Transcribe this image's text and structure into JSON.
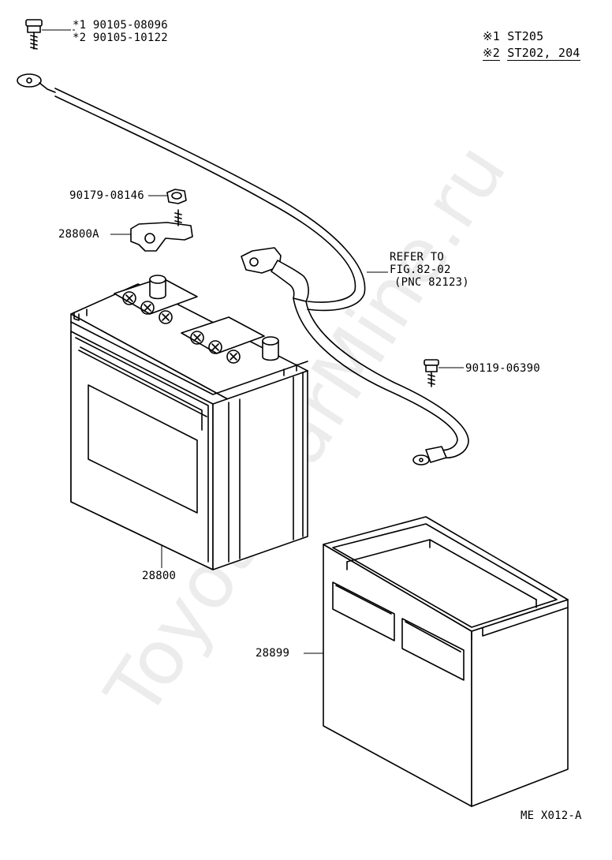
{
  "legend": {
    "line1_mark": "※1",
    "line1_model": "ST205",
    "line2_mark": "※2",
    "line2_model": "ST202, 204"
  },
  "bolt_callout": {
    "line1_mark": "*1",
    "line1_part": "90105-08096",
    "line2_mark": "*2",
    "line2_part": "90105-10122"
  },
  "callouts": {
    "nut": "90179-08146",
    "clamp": "28800A",
    "battery": "28800",
    "tray": "28899",
    "ground_bolt": "90119-06390"
  },
  "refer": {
    "line1": "REFER TO",
    "line2": "FIG.82-02",
    "line3": "(PNC 82123)"
  },
  "figure_code": "ME X012-A",
  "watermark": "ToyotaCarMine.ru"
}
